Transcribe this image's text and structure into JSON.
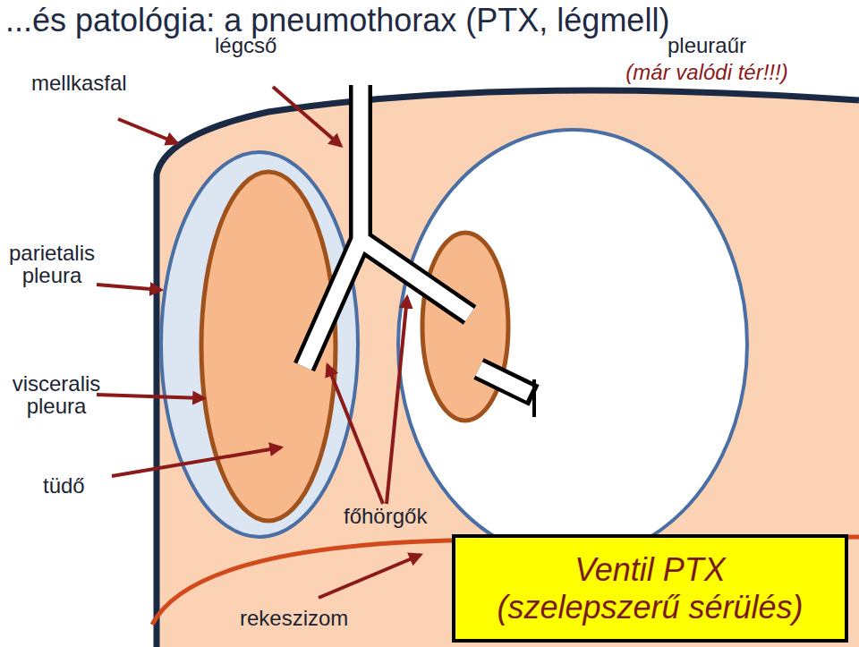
{
  "diagram": {
    "title": "...és patológia: a pneumothorax (PTX, légmell)",
    "nodes": [
      {
        "text": [
          "Ventil PTX",
          "(szelepszerű sérülés)"
        ]
      }
    ],
    "labels": [
      "mellkasfal",
      "légcső",
      "pleuraűr",
      "(már valódi tér!!!)",
      "parietalis pleura",
      "visceralis pleura",
      "tüdő",
      "főhörgők",
      "rekeszizom"
    ]
  }
}
